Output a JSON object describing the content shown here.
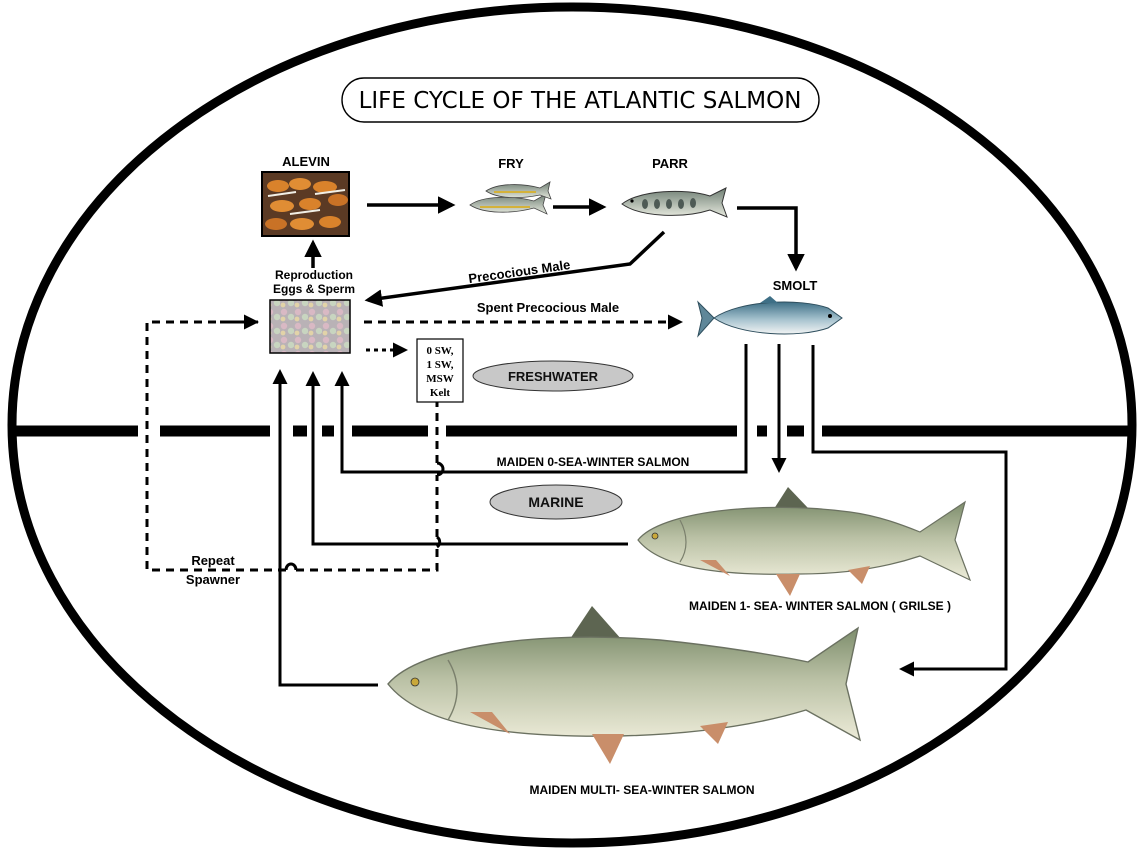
{
  "title": "LIFE CYCLE OF THE ATLANTIC SALMON",
  "stages": {
    "alevin": "ALEVIN",
    "fry": "FRY",
    "parr": "PARR",
    "smolt": "SMOLT",
    "reproduction_line1": "Reproduction",
    "reproduction_line2": "Eggs & Sperm"
  },
  "kelt_box": [
    "0 SW,",
    "1 SW,",
    "MSW",
    "Kelt"
  ],
  "zones": {
    "freshwater": "FRESHWATER",
    "marine": "MARINE"
  },
  "paths": {
    "precocious_male": "Precocious Male",
    "spent_precocious_male": "Spent Precocious Male",
    "maiden_0sw": "MAIDEN 0-SEA-WINTER SALMON",
    "repeat_line1": "Repeat",
    "repeat_line2": "Spawner"
  },
  "fish_labels": {
    "grilse": "MAIDEN 1- SEA- WINTER  SALMON  ( GRILSE )",
    "msw": "MAIDEN MULTI- SEA-WINTER  SALMON"
  },
  "colors": {
    "line": "#000000",
    "pill_fill": "#c8c8c8",
    "egg_orange": "#d9822b",
    "fish_back": "#8a9a78",
    "fish_belly": "#e9ead6"
  }
}
